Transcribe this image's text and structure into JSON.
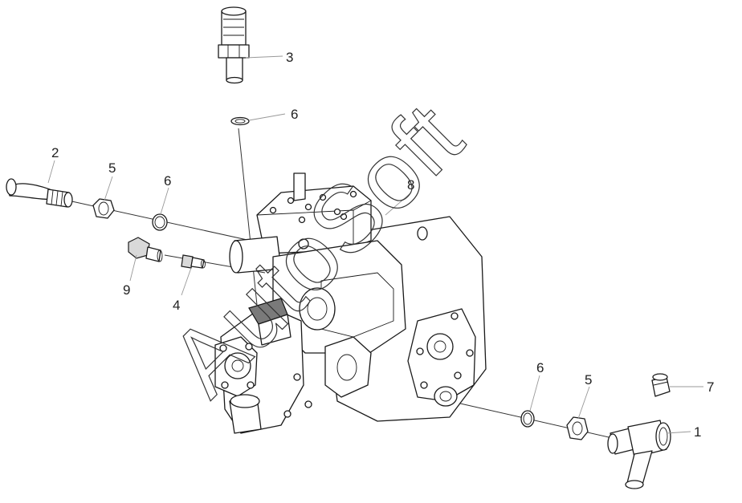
{
  "diagram": {
    "callouts": [
      {
        "id": "c3",
        "label": "3"
      },
      {
        "id": "c6a",
        "label": "6"
      },
      {
        "id": "c2",
        "label": "2"
      },
      {
        "id": "c5a",
        "label": "5"
      },
      {
        "id": "c6b",
        "label": "6"
      },
      {
        "id": "c8",
        "label": "8"
      },
      {
        "id": "c9",
        "label": "9"
      },
      {
        "id": "c4",
        "label": "4"
      },
      {
        "id": "c6c",
        "label": "6"
      },
      {
        "id": "c5b",
        "label": "5"
      },
      {
        "id": "c7",
        "label": "7"
      },
      {
        "id": "c1",
        "label": "1"
      }
    ],
    "watermark": "AutoSoft"
  }
}
